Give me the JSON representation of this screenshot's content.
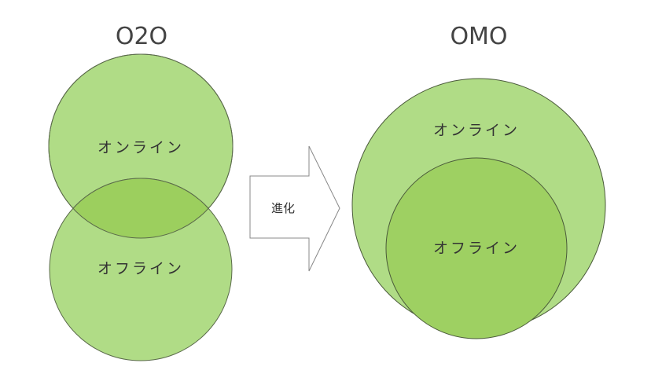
{
  "o2o": {
    "title": "O2O",
    "online_label": "オンライン",
    "offline_label": "オフライン"
  },
  "arrow": {
    "label": "進化"
  },
  "omo": {
    "title": "OMO",
    "online_label": "オンライン",
    "offline_label": "オフライン"
  },
  "colors": {
    "circle_fill": "#b0dc86",
    "inner_fill": "#9ed062",
    "stroke": "#4a5a3a",
    "title": "#444444"
  }
}
